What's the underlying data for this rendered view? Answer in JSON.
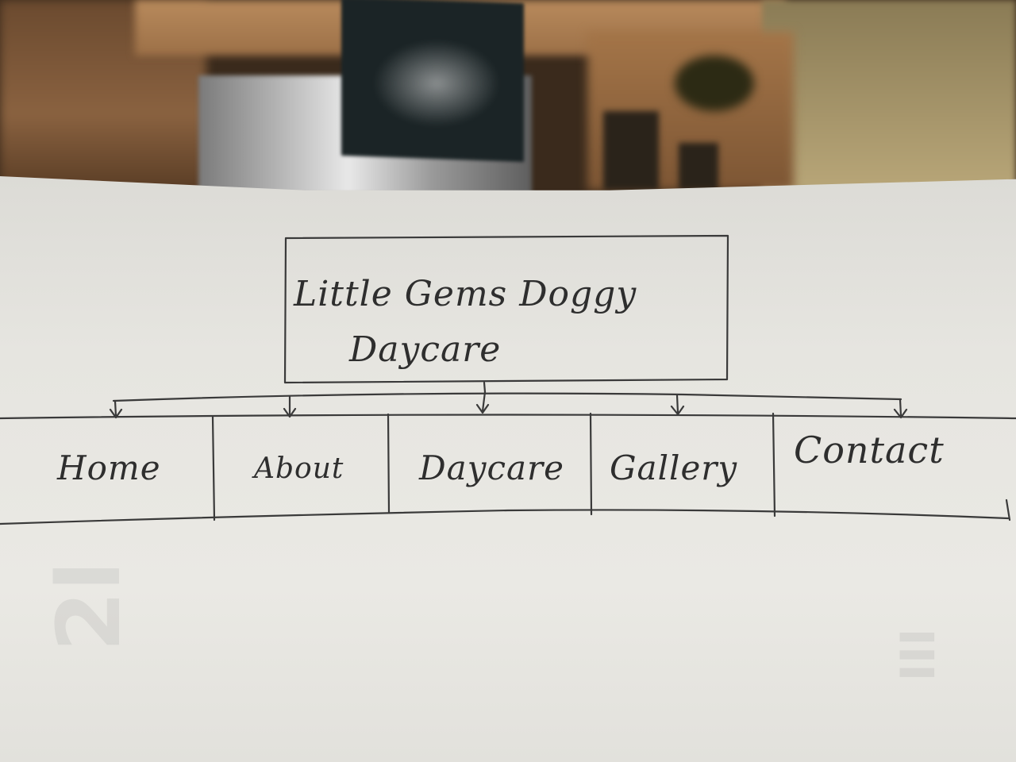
{
  "diagram": {
    "title_line1": "Little Gems Doggy",
    "title_line2": "Daycare",
    "nav_items": [
      "Home",
      "About",
      "Daycare",
      "Gallery",
      "Contact"
    ]
  },
  "colors": {
    "ink": "#2e2e2e",
    "paper": "#e6e5e0"
  }
}
